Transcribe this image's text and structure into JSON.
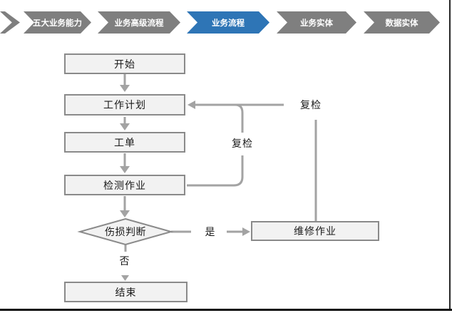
{
  "breadcrumb": {
    "items": [
      {
        "label": "五大业务能力",
        "active": false
      },
      {
        "label": "业务高级流程",
        "active": false
      },
      {
        "label": "业务流程",
        "active": true
      },
      {
        "label": "业务实体",
        "active": false
      },
      {
        "label": "数据实体",
        "active": false
      }
    ],
    "colors": {
      "inactive": "#7F7F7F",
      "active": "#2E75B6",
      "text": "#FFFFFF"
    }
  },
  "flowchart": {
    "nodes": {
      "start": "开始",
      "work_plan": "工作计划",
      "work_order": "工单",
      "inspection": "检测作业",
      "damage_decision": "伤损判断",
      "repair": "维修作业",
      "end": "结束"
    },
    "edge_labels": {
      "recheck_inner": "复检",
      "recheck_outer": "复检",
      "yes": "是",
      "no": "否"
    },
    "colors": {
      "node_fill": "#F2F2F2",
      "node_border": "#8A8A8A",
      "connector": "#A3A3A3",
      "text": "#1A1A1A"
    }
  }
}
